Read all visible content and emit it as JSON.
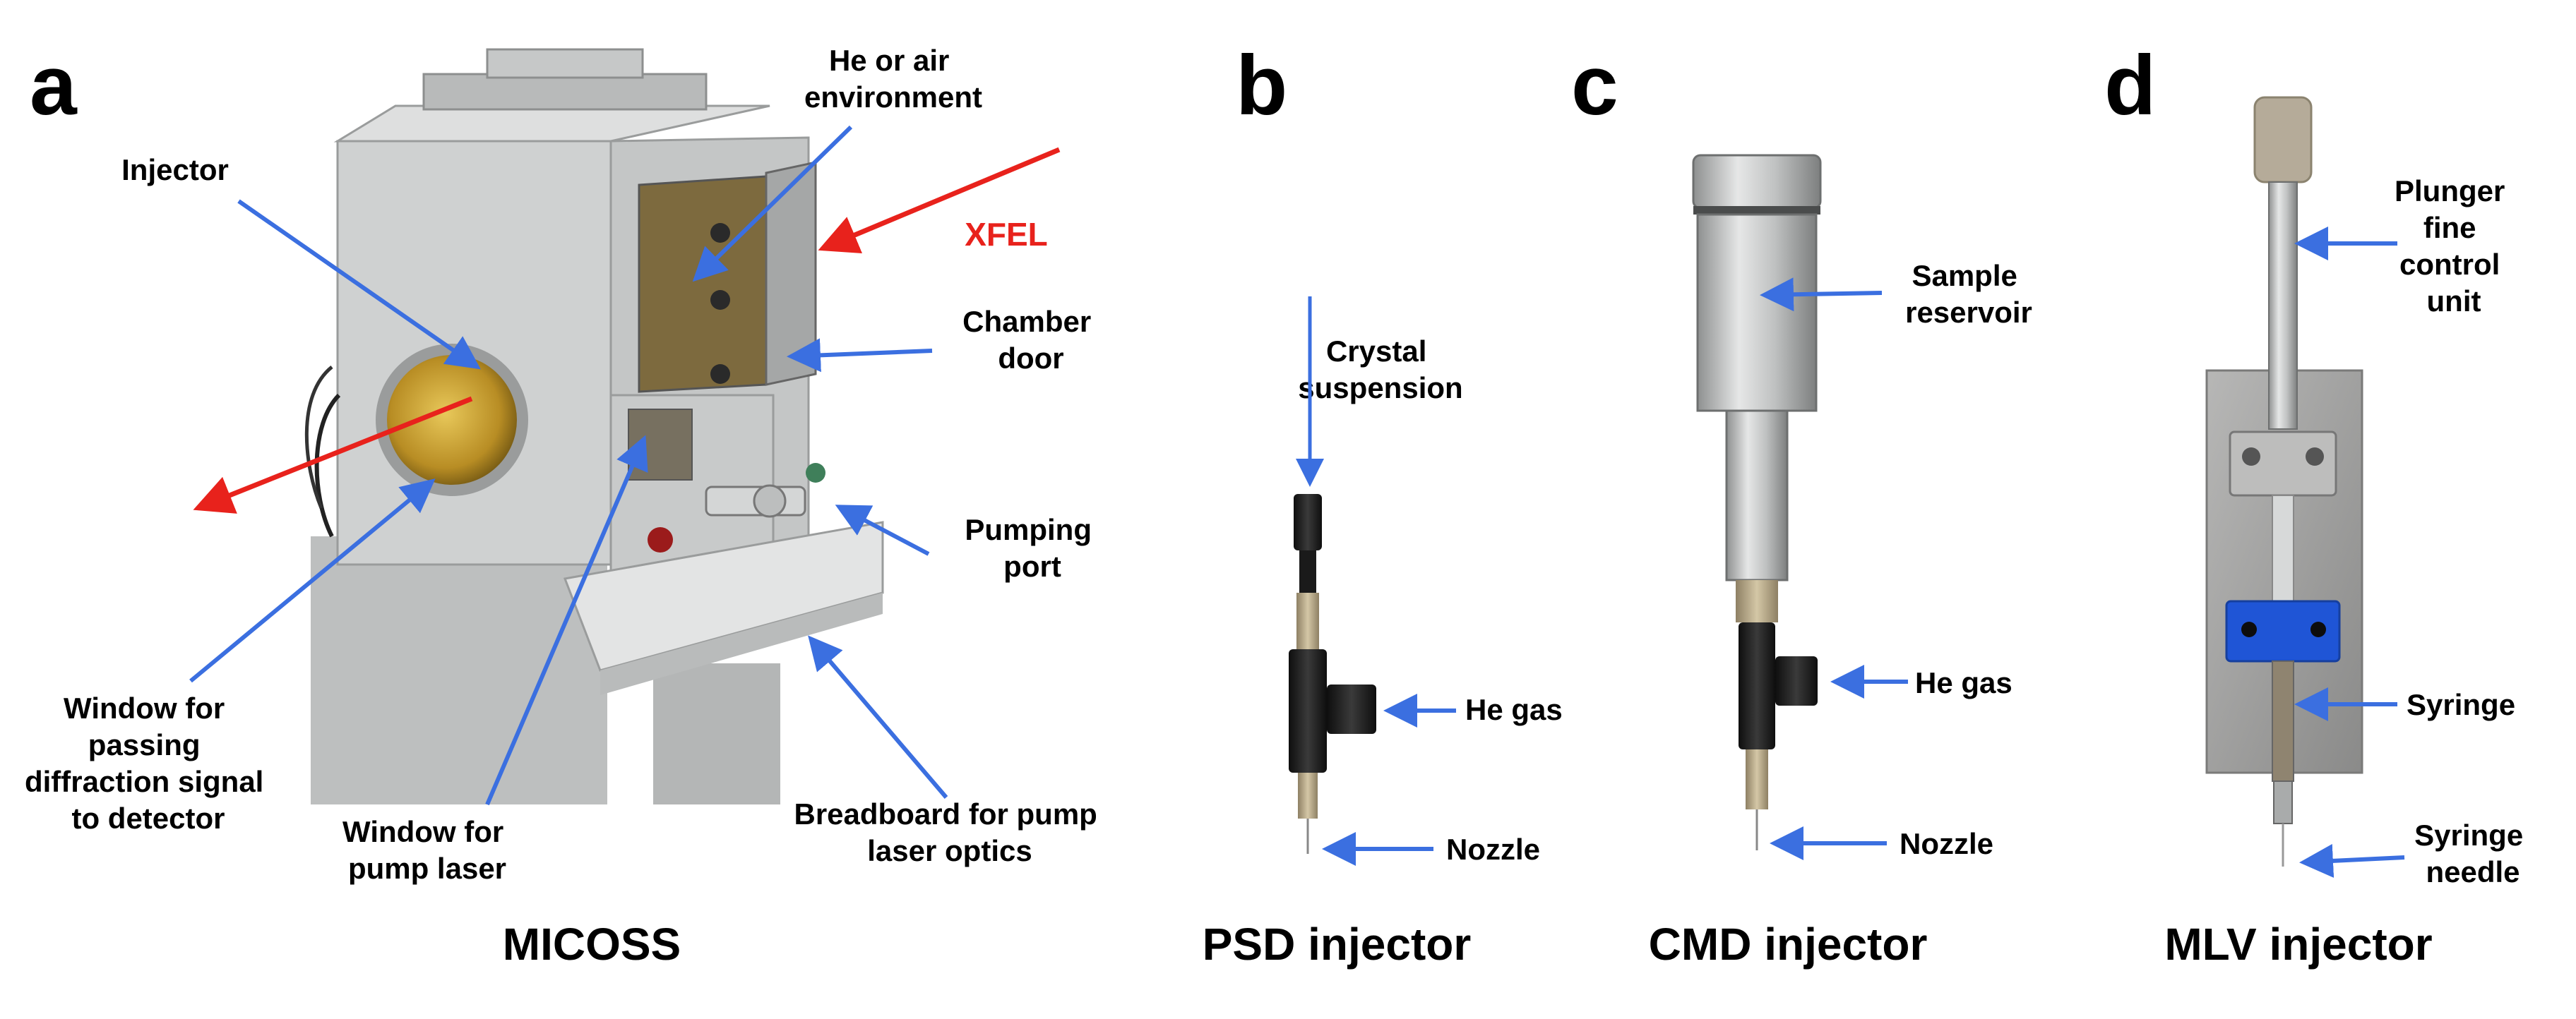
{
  "panels": {
    "a": {
      "letter": "a",
      "caption": "MICOSS"
    },
    "b": {
      "letter": "b",
      "caption": "PSD injector"
    },
    "c": {
      "letter": "c",
      "caption": "CMD injector"
    },
    "d": {
      "letter": "d",
      "caption": "MLV injector"
    }
  },
  "labels": {
    "injector": [
      "Injector"
    ],
    "he_air": [
      "He or air",
      "environment"
    ],
    "xfel": [
      "XFEL"
    ],
    "chamber_door": [
      "Chamber",
      "door"
    ],
    "pumping_port": [
      "Pumping",
      "port"
    ],
    "window_diffraction": [
      "Window for",
      "passing",
      "diffraction signal",
      "to detector"
    ],
    "window_pump": [
      "Window for",
      "pump laser"
    ],
    "breadboard": [
      "Breadboard for pump",
      "laser optics"
    ],
    "crystal_suspension": [
      "Crystal",
      "suspension"
    ],
    "he_gas_b": [
      "He gas"
    ],
    "nozzle_b": [
      "Nozzle"
    ],
    "sample_reservoir": [
      "Sample",
      "reservoir"
    ],
    "he_gas_c": [
      "He gas"
    ],
    "nozzle_c": [
      "Nozzle"
    ],
    "plunger": [
      "Plunger",
      "fine",
      "control",
      "unit"
    ],
    "syringe": [
      "Syringe"
    ],
    "syringe_needle": [
      "Syringe",
      "needle"
    ]
  },
  "colors": {
    "arrow_blue": "#3b6fe0",
    "arrow_red": "#e8221c",
    "chamber_metal": "#c9cbcb",
    "window_amber": "#c9a43a",
    "table_gray": "#dedfdf",
    "injector_black": "#1d1d1d",
    "fitting_tan": "#b8a887",
    "steel": "#a9abab",
    "mount_plate": "#9c9c9b",
    "clamp_blue": "#1f55d6",
    "cap_beige": "#b5ab99"
  }
}
